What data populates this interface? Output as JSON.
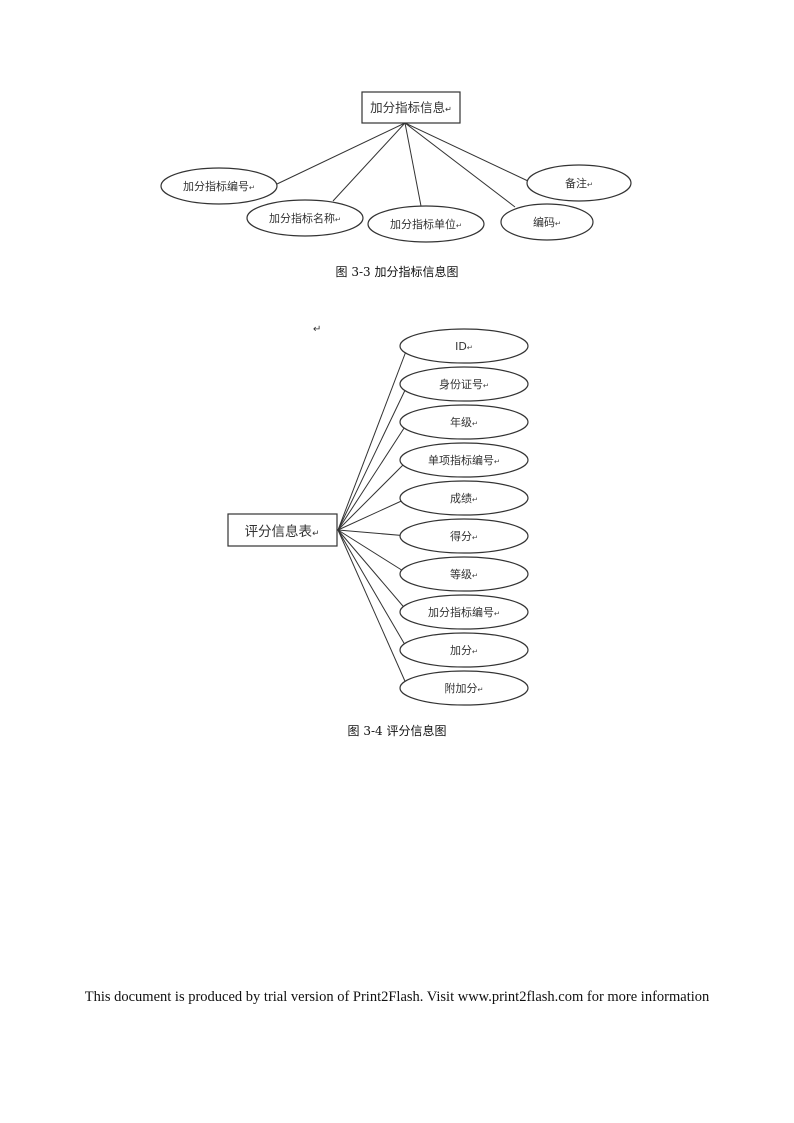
{
  "diagram1": {
    "entity": "加分指标信息",
    "attributes": [
      "加分指标编号",
      "加分指标名称",
      "加分指标单位",
      "编码",
      "备注"
    ],
    "caption": "图 3-3  加分指标信息图"
  },
  "diagram2": {
    "entity": "评分信息表",
    "attributes": [
      "ID",
      "身份证号",
      "年级",
      "单项指标编号",
      "成绩",
      "得分",
      "等级",
      "加分指标编号",
      "加分",
      "附加分"
    ],
    "caption": "图 3-4  评分信息图"
  },
  "mark": "↵",
  "footer": "This document is produced by trial version of Print2Flash. Visit www.print2flash.com for more information"
}
